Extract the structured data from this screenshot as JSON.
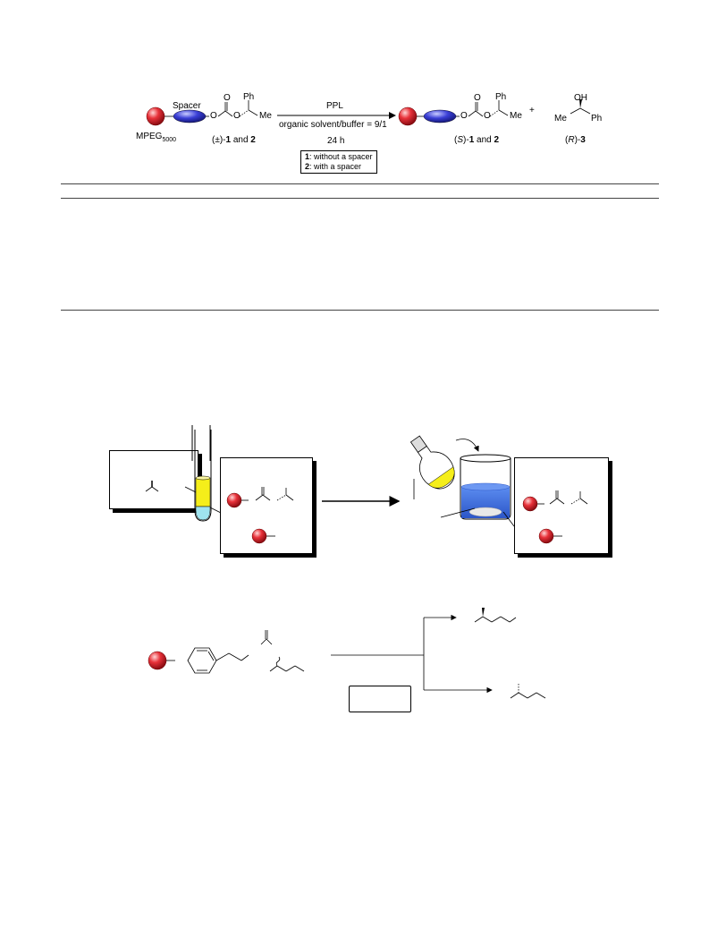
{
  "scheme1": {
    "spacer_label": "Spacer",
    "support_label_main": "MPEG",
    "support_label_sub": "5000",
    "substrate_prefix": "(±)-",
    "substrate_compounds": "1",
    "substrate_and": " and ",
    "substrate_compounds2": "2",
    "product1_prefix": "(",
    "product1_config": "S",
    "product1_suffix": ")-",
    "product1_c1": "1",
    "product1_and": " and ",
    "product1_c2": "2",
    "product2_prefix": "(",
    "product2_config": "R",
    "product2_suffix": ")-",
    "product2_c": "3",
    "atom_O": "O",
    "atom_Ph": "Ph",
    "atom_Me": "Me",
    "atom_OH": "OH",
    "plus": "+",
    "enzyme": "PPL",
    "solvent": "organic solvent/buffer = 9/1",
    "time": "24 h",
    "note1_num": "1",
    "note1_text": ": without a spacer",
    "note2_num": "2",
    "note2_text": ": with a spacer"
  },
  "colors": {
    "sphere_red": "#e8323a",
    "ellipse_blue": "#3a3fd6",
    "liquid_yellow": "#f5ee1a",
    "liquid_cyan": "#9fe3ee",
    "beaker_blue": "#3c6fe0"
  }
}
